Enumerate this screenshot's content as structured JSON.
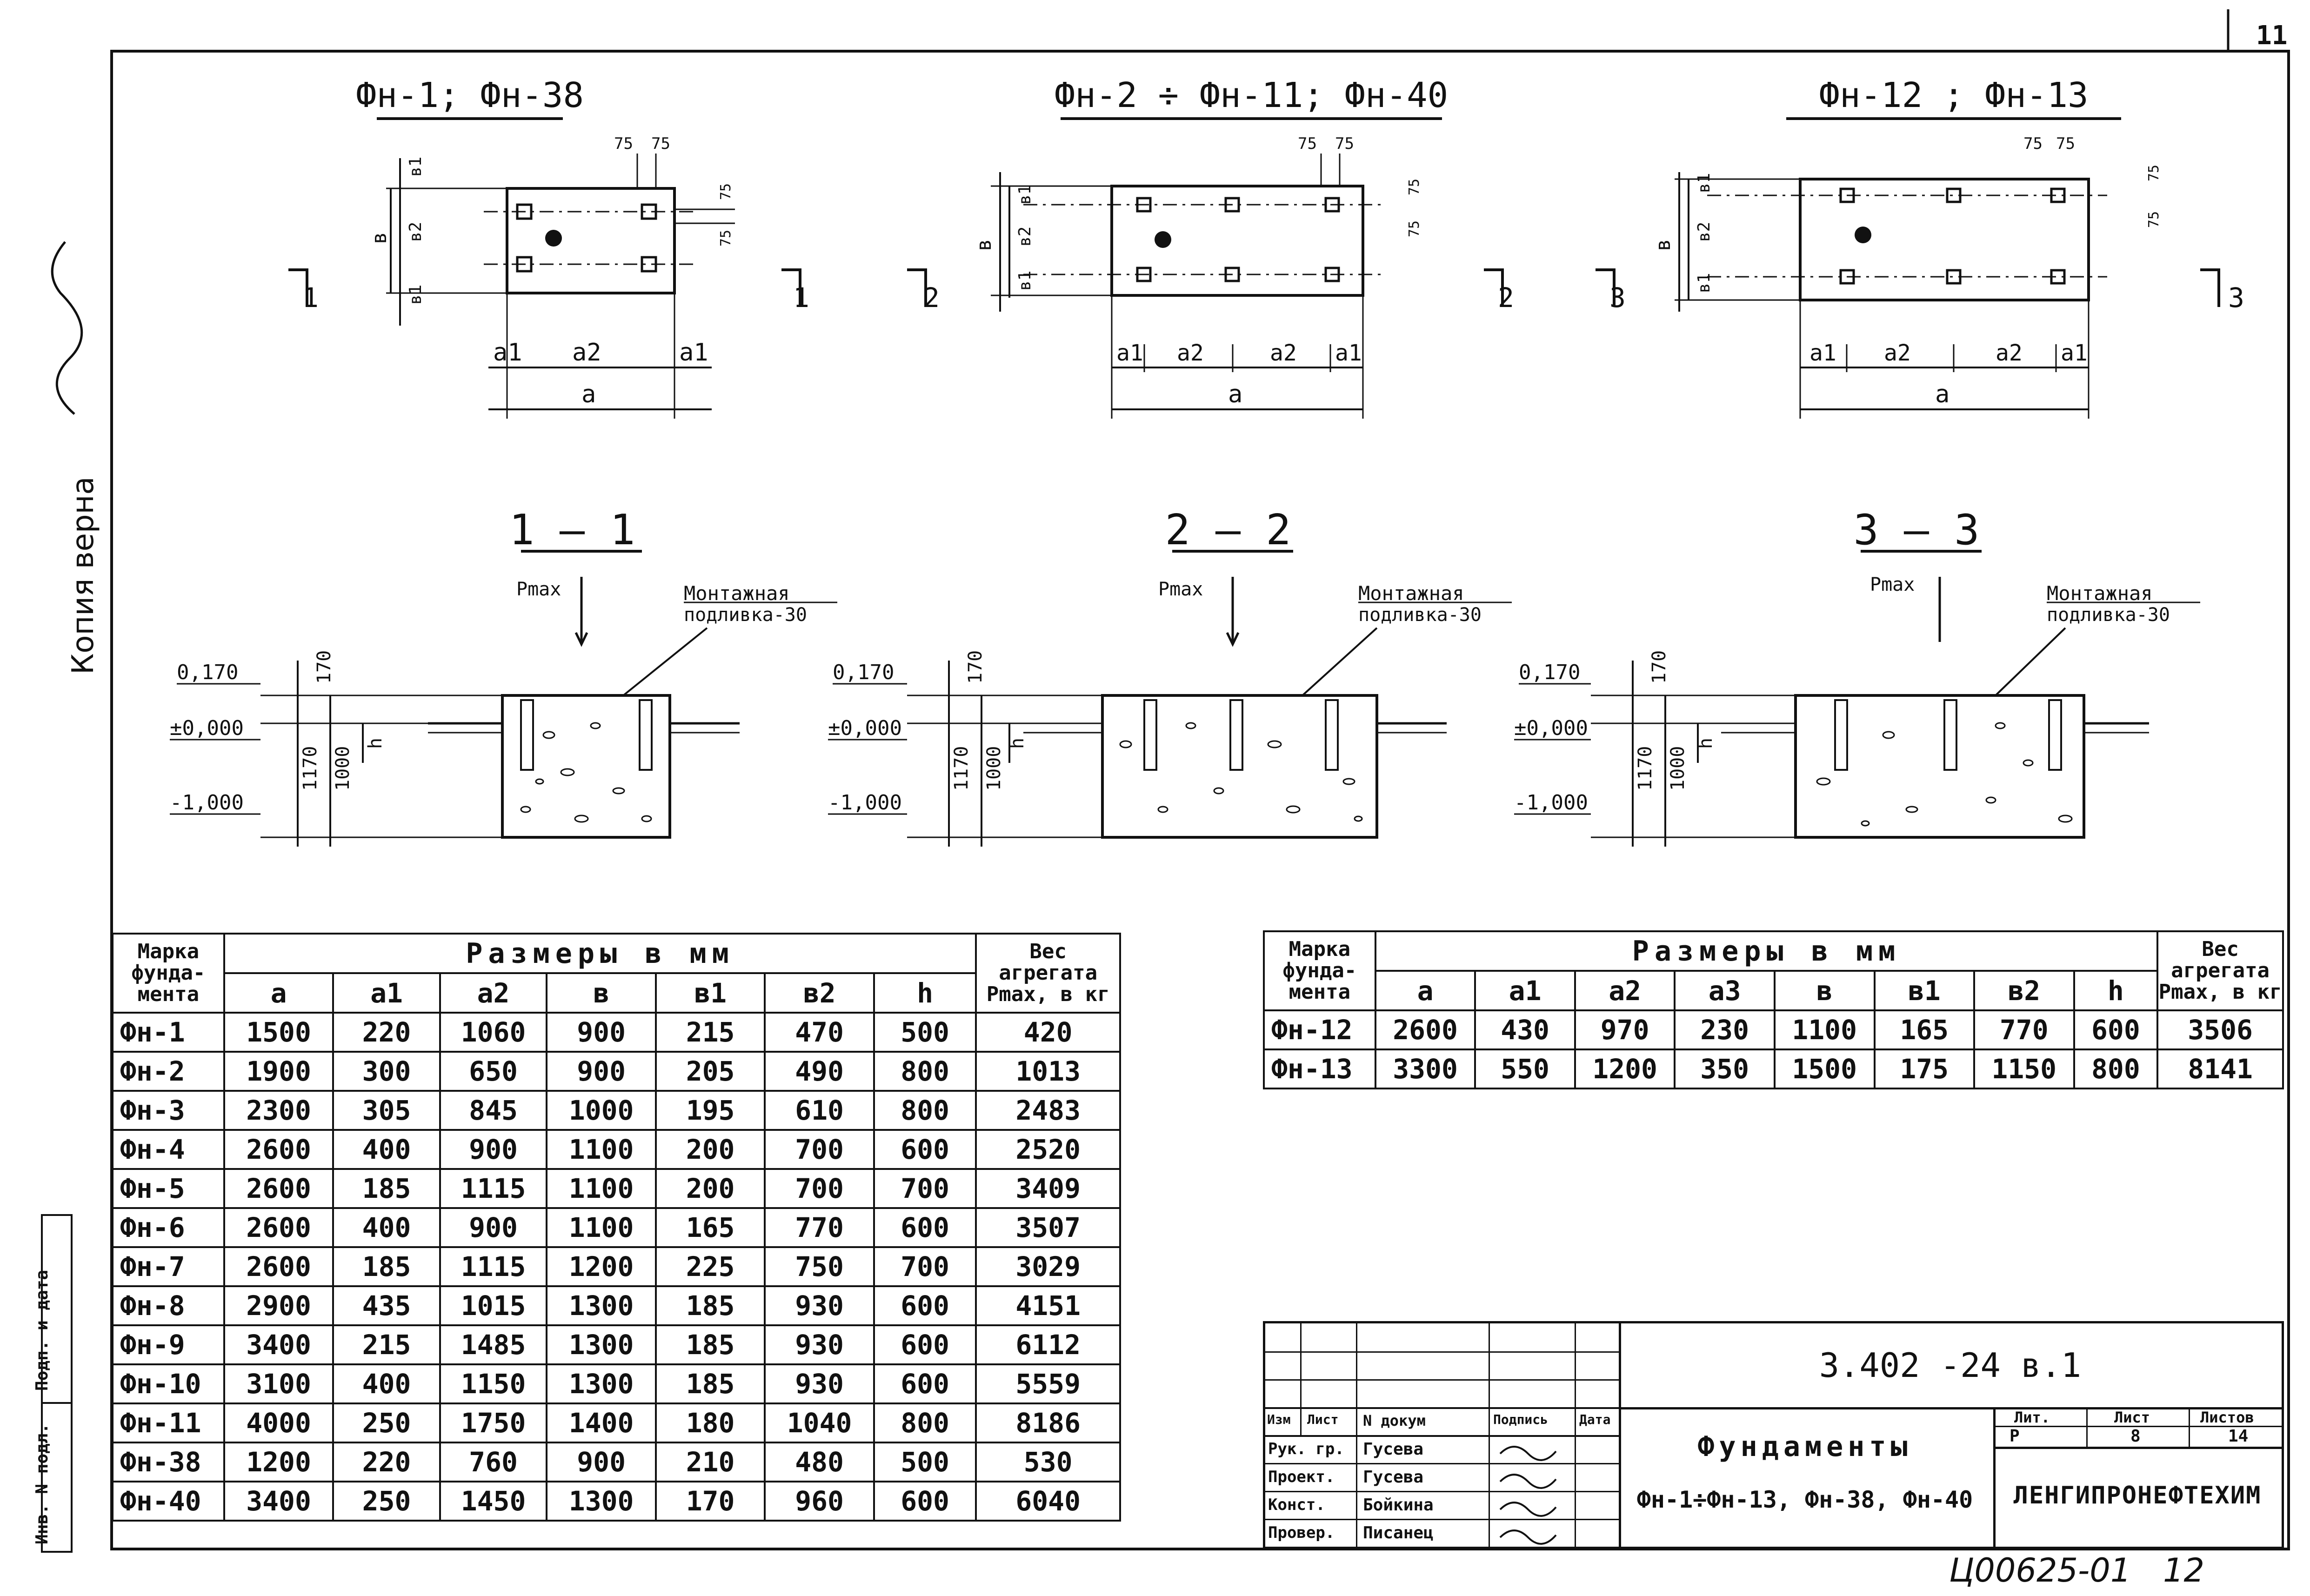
{
  "sheet": {
    "page_corner": "11",
    "stamp_number": "Ц00625-01",
    "stamp_page": "12",
    "copy_note": "Копия верна",
    "side_columns": [
      "Инв. N подл.",
      "Подп. и дата"
    ]
  },
  "plans": [
    {
      "title": "Фн-1; Фн-38",
      "cut_label": "1",
      "dims": [
        "a1",
        "a2",
        "a1"
      ],
      "total": "a",
      "side": [
        "в1",
        "в2",
        "в1"
      ],
      "side_total": "в",
      "offsets": [
        "75",
        "75",
        "75",
        "75"
      ]
    },
    {
      "title": "Фн-2 ÷ Фн-11; Фн-40",
      "cut_label": "2",
      "dims": [
        "a1",
        "a2",
        "a2",
        "a1"
      ],
      "total": "a",
      "side": [
        "в1",
        "в2",
        "в1"
      ],
      "side_total": "в",
      "offsets": [
        "75",
        "75",
        "75",
        "75"
      ]
    },
    {
      "title": "Фн-12 ; Фн-13",
      "cut_label": "3",
      "dims": [
        "a1",
        "a2",
        "a2",
        "a1"
      ],
      "total": "a",
      "side": [
        "в1",
        "в2",
        "в1"
      ],
      "side_total": "в",
      "offsets": [
        "75",
        "75",
        "75",
        "75"
      ]
    }
  ],
  "sections": [
    {
      "title": "1 — 1",
      "load": "Pmax",
      "note_line1": "Монтажная",
      "note_line2": "подливка-30",
      "level_top": "0,170",
      "level_zero": "±0,000",
      "level_bottom": "-1,000",
      "dim_170": "170",
      "dim_1170": "1170",
      "dim_1000": "1000",
      "dim_h": "h"
    },
    {
      "title": "2 — 2",
      "load": "Pmax",
      "note_line1": "Монтажная",
      "note_line2": "подливка-30",
      "level_top": "0,170",
      "level_zero": "±0,000",
      "level_bottom": "-1,000",
      "dim_170": "170",
      "dim_1170": "1170",
      "dim_1000": "1000",
      "dim_h": "h"
    },
    {
      "title": "3 — 3",
      "load": "Pmax",
      "note_line1": "Монтажная",
      "note_line2": "подливка-30",
      "level_top": "0,170",
      "level_zero": "±0,000",
      "level_bottom": "-1,000",
      "dim_170": "170",
      "dim_1170": "1170",
      "dim_1000": "1000",
      "dim_h": "h"
    }
  ],
  "table_left": {
    "head_mark": "Марка фунда-мента",
    "head_sizes": "Размеры в мм",
    "head_weight": "Вес агрегата Pmax, в кг",
    "cols": [
      "a",
      "a1",
      "a2",
      "в",
      "в1",
      "в2",
      "h"
    ],
    "rows": [
      [
        "Фн-1",
        "1500",
        "220",
        "1060",
        "900",
        "215",
        "470",
        "500",
        "420"
      ],
      [
        "Фн-2",
        "1900",
        "300",
        "650",
        "900",
        "205",
        "490",
        "800",
        "1013"
      ],
      [
        "Фн-3",
        "2300",
        "305",
        "845",
        "1000",
        "195",
        "610",
        "800",
        "2483"
      ],
      [
        "Фн-4",
        "2600",
        "400",
        "900",
        "1100",
        "200",
        "700",
        "600",
        "2520"
      ],
      [
        "Фн-5",
        "2600",
        "185",
        "1115",
        "1100",
        "200",
        "700",
        "700",
        "3409"
      ],
      [
        "Фн-6",
        "2600",
        "400",
        "900",
        "1100",
        "165",
        "770",
        "600",
        "3507"
      ],
      [
        "Фн-7",
        "2600",
        "185",
        "1115",
        "1200",
        "225",
        "750",
        "700",
        "3029"
      ],
      [
        "Фн-8",
        "2900",
        "435",
        "1015",
        "1300",
        "185",
        "930",
        "600",
        "4151"
      ],
      [
        "Фн-9",
        "3400",
        "215",
        "1485",
        "1300",
        "185",
        "930",
        "600",
        "6112"
      ],
      [
        "Фн-10",
        "3100",
        "400",
        "1150",
        "1300",
        "185",
        "930",
        "600",
        "5559"
      ],
      [
        "Фн-11",
        "4000",
        "250",
        "1750",
        "1400",
        "180",
        "1040",
        "800",
        "8186"
      ],
      [
        "Фн-38",
        "1200",
        "220",
        "760",
        "900",
        "210",
        "480",
        "500",
        "530"
      ],
      [
        "Фн-40",
        "3400",
        "250",
        "1450",
        "1300",
        "170",
        "960",
        "600",
        "6040"
      ]
    ]
  },
  "table_right": {
    "head_mark": "Марка фунда-мента",
    "head_sizes": "Размеры в мм",
    "head_weight": "Вес агрегата Pmax, в кг",
    "cols": [
      "a",
      "a1",
      "a2",
      "a3",
      "в",
      "в1",
      "в2",
      "h"
    ],
    "rows": [
      [
        "Фн-12",
        "2600",
        "430",
        "970",
        "230",
        "1100",
        "165",
        "770",
        "600",
        "3506"
      ],
      [
        "Фн-13",
        "3300",
        "550",
        "1200",
        "350",
        "1500",
        "175",
        "1150",
        "800",
        "8141"
      ]
    ]
  },
  "title_block": {
    "doc_code": "3.402 -24   в.1",
    "heads": [
      "Изм",
      "Лист",
      "N докум",
      "Подпись",
      "Дата"
    ],
    "people": [
      {
        "role": "Рук. гр.",
        "name": "Гусева"
      },
      {
        "role": "Проект.",
        "name": "Гусева"
      },
      {
        "role": "Конст.",
        "name": "Бойкина"
      },
      {
        "role": "Провер.",
        "name": "Писанец"
      }
    ],
    "name_line1": "Фундаменты",
    "name_line2": "Фн-1÷Фн-13, Фн-38, Фн-40",
    "lit_head": "Лит.",
    "sheet_head": "Лист",
    "sheets_head": "Листов",
    "lit": "Р",
    "sheet": "8",
    "sheets": "14",
    "org": "ЛЕНГИПРОНЕФТЕХИМ"
  }
}
